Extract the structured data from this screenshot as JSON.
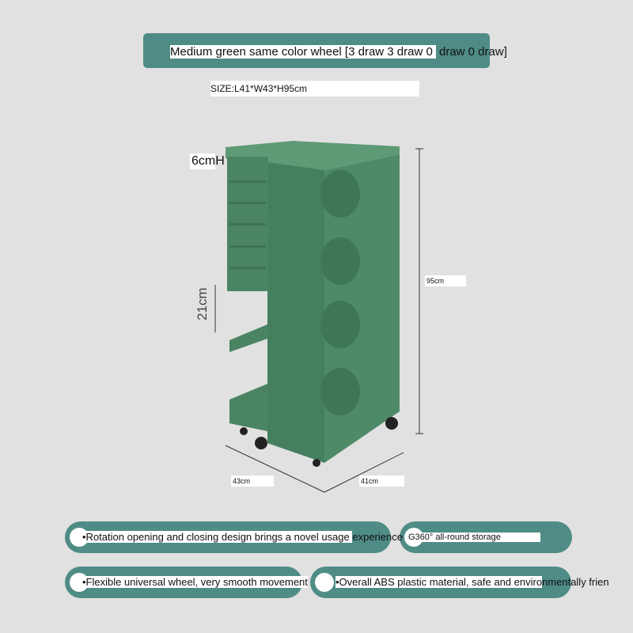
{
  "banner": {
    "title_a": "Medium green   same color wheel [3 draw   3 draw   0",
    "title_b": " draw   0 draw]"
  },
  "size_label": "SIZE:L41*W43*H95cm",
  "dimensions": {
    "top_gap": "6cmH",
    "shelf_gap": "21cm",
    "height": "95cm",
    "width": "43cm",
    "length": "41cm"
  },
  "features": [
    {
      "a": "•Rotation opening and closing design brings a novel usage ",
      "b": "experience"
    },
    {
      "a": "G360° all-round storage",
      "b": ""
    },
    {
      "a": "•Flexible universal wheel, very smooth movement",
      "b": ""
    },
    {
      "a": "•Overall ABS plastic material, safe and enviro",
      "b": "nmentally frien"
    }
  ],
  "colors": {
    "accent": "#4f8c86",
    "product": "#4f8a68",
    "background": "#e1e1e1"
  }
}
